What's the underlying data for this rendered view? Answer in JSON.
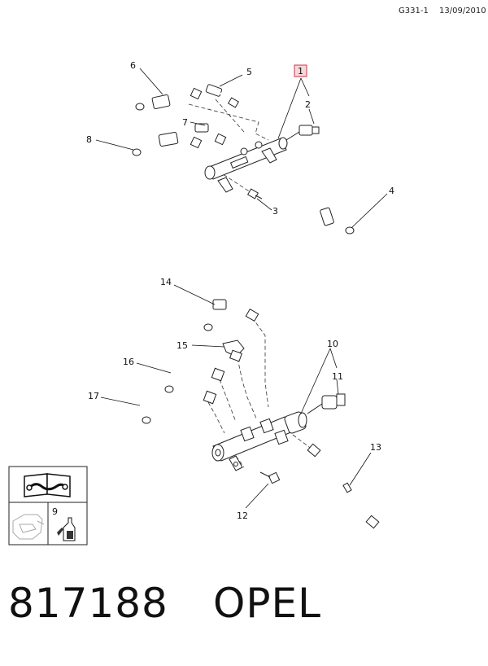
{
  "header": {
    "code": "G331-1",
    "date": "13/09/2010"
  },
  "upper_assembly": {
    "callouts": [
      {
        "id": "c1",
        "label": "1",
        "highlight": true
      },
      {
        "id": "c2",
        "label": "2"
      },
      {
        "id": "c3",
        "label": "3"
      },
      {
        "id": "c4",
        "label": "4"
      },
      {
        "id": "c5",
        "label": "5"
      },
      {
        "id": "c6",
        "label": "6"
      },
      {
        "id": "c7",
        "label": "7"
      },
      {
        "id": "c8",
        "label": "8"
      }
    ]
  },
  "lower_assembly": {
    "callouts": [
      {
        "id": "c10",
        "label": "10"
      },
      {
        "id": "c11",
        "label": "11"
      },
      {
        "id": "c12",
        "label": "12"
      },
      {
        "id": "c13",
        "label": "13"
      },
      {
        "id": "c14",
        "label": "14"
      },
      {
        "id": "c15",
        "label": "15"
      },
      {
        "id": "c16",
        "label": "16"
      },
      {
        "id": "c17",
        "label": "17"
      }
    ]
  },
  "tool_panel": {
    "item_label": "9",
    "icons": [
      "repair-manual-icon",
      "engine-outline-icon",
      "sealant-bottle-icon"
    ]
  },
  "footer": {
    "part_number": "817188",
    "brand": "OPEL"
  },
  "colors": {
    "highlight_border": "#cc3344",
    "highlight_fill": "#f6d8dc"
  }
}
